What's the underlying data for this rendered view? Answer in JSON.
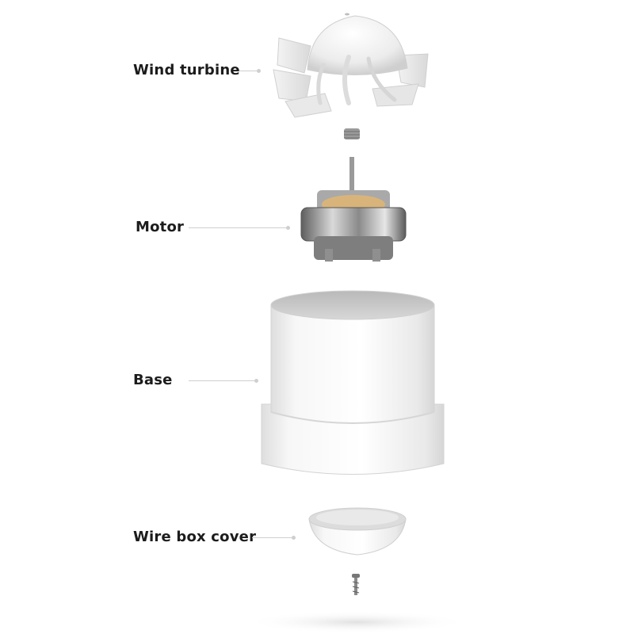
{
  "callouts": {
    "wind_turbine": "Wind turbine",
    "motor": "Motor",
    "base": "Base",
    "wire_box_cover": "Wire box cover"
  },
  "colors": {
    "background": "#ffffff",
    "label_text": "#1c1c1c",
    "leader_line": "#cfcfcf",
    "part_white": "#f4f4f4",
    "motor_metal": "#8c8c8c",
    "motor_copper": "#d9b47a"
  },
  "parts": [
    "wind-turbine",
    "spring-nut",
    "motor",
    "base",
    "wire-box-cover",
    "screw"
  ]
}
